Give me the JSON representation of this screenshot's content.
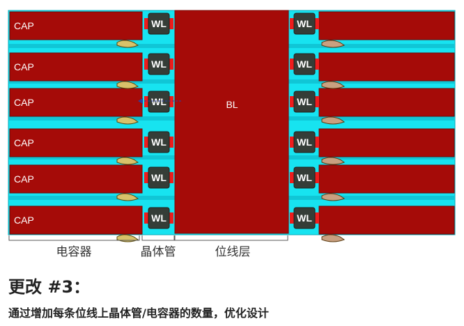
{
  "diagram": {
    "cap_label": "CAP",
    "wl_label": "WL",
    "bl_label": "BL",
    "cap_rows": 6,
    "wl_rows": 6,
    "group_labels": {
      "capacitor": "电容器",
      "transistor": "晶体管",
      "bitline_layer": "位线层"
    },
    "colors": {
      "substrate": "#17e3f0",
      "metal_red": "#a50b08",
      "wl_gate": "#353d37",
      "contact_red": "#ee1c1c"
    }
  },
  "caption": {
    "title": "更改 #3：",
    "subtitle": "通过增加每条位线上晶体管/电容器的数量，优化设计"
  }
}
